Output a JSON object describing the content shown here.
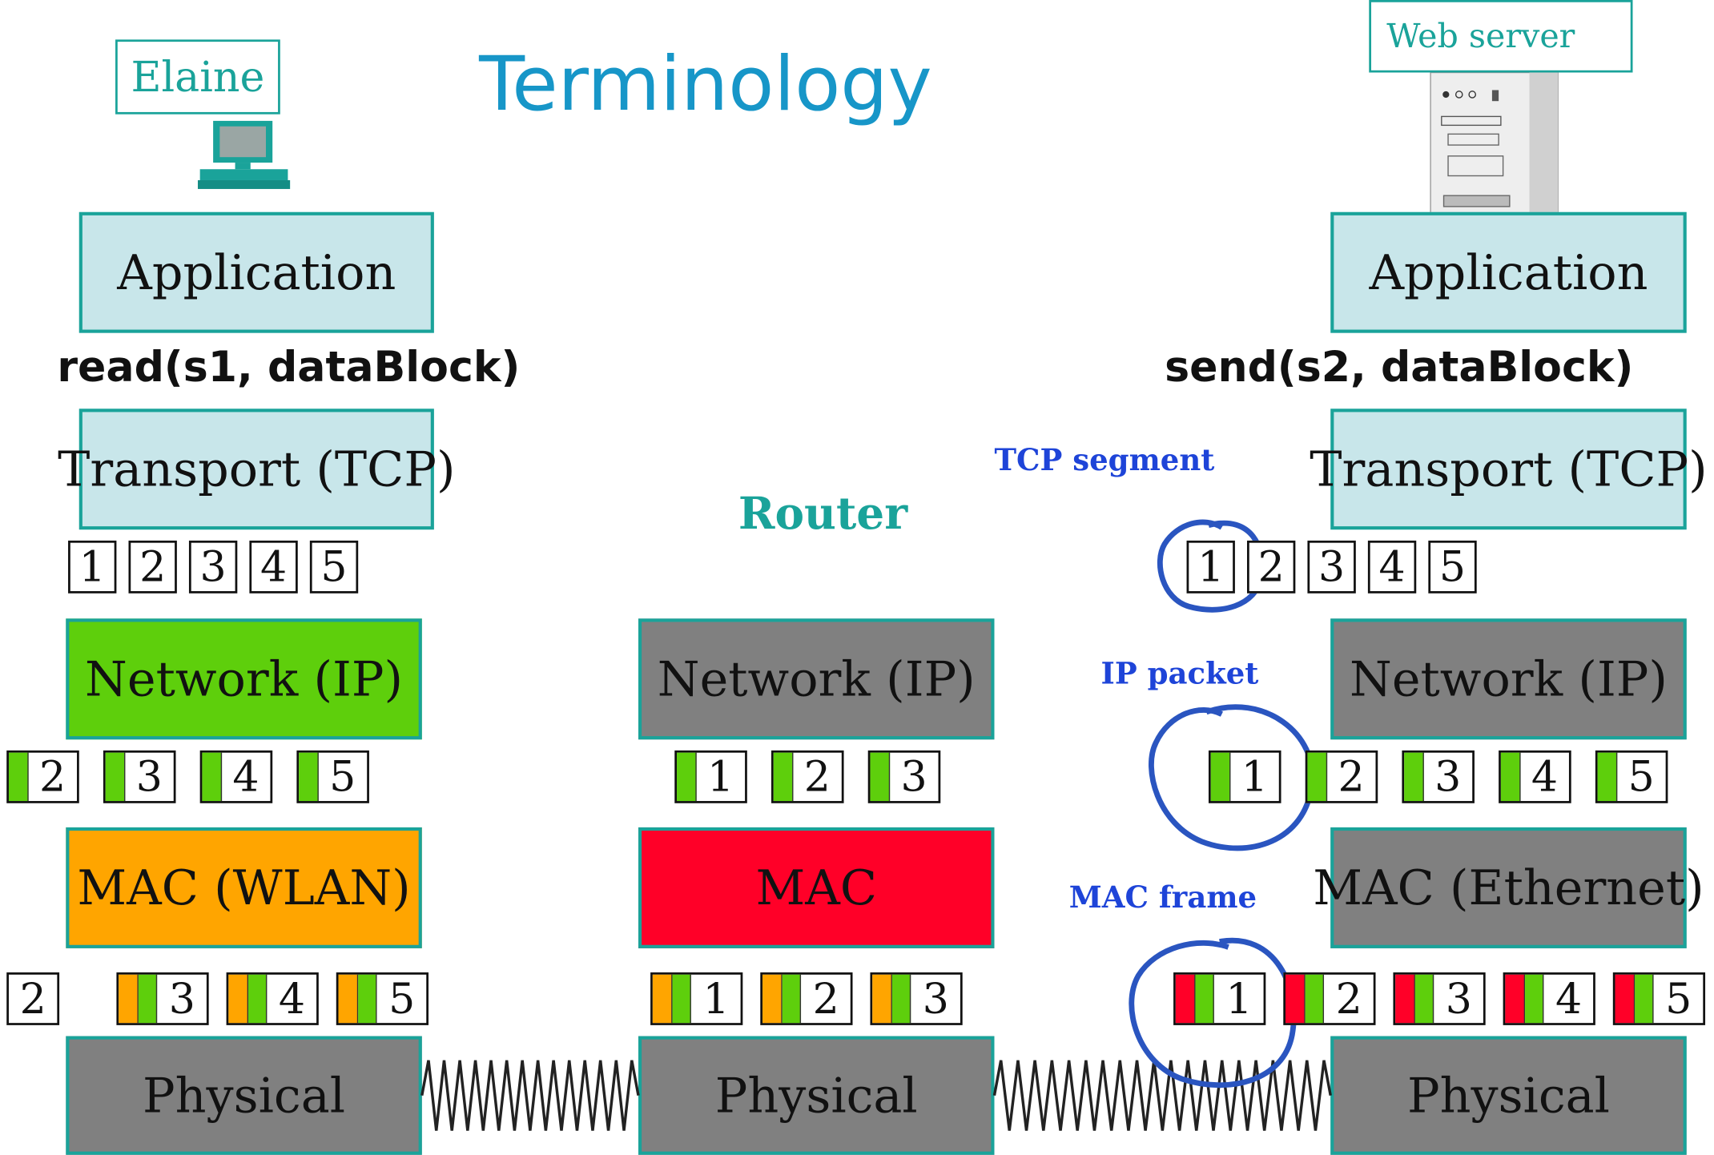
{
  "title": "Terminology",
  "client": {
    "name": "Elaine"
  },
  "server": {
    "name": "Web server"
  },
  "router": {
    "label": "Router"
  },
  "layers": {
    "application": "Application",
    "transport": "Transport (TCP)",
    "network": "Network (IP)",
    "mac_wlan": "MAC (WLAN)",
    "mac": "MAC",
    "mac_ethernet": "MAC (Ethernet)",
    "physical": "Physical"
  },
  "calls": {
    "client": "read(s1, dataBlock)",
    "server": "send(s2, dataBlock)"
  },
  "terms": {
    "tcp_segment": "TCP segment",
    "ip_packet": "IP packet",
    "mac_frame": "MAC frame"
  },
  "colors": {
    "ip_header": "#5ecf0c",
    "wlan_header": "#ffa500",
    "ethernet_header": "#ff0028",
    "router_mac_header": "#ffa500",
    "annotation": "#1e44d8",
    "accent": "#1aa39a"
  },
  "segments": {
    "client_tcp": [
      "1",
      "2",
      "3",
      "4",
      "5"
    ],
    "client_ip": [
      "2",
      "3",
      "4",
      "5"
    ],
    "client_mac": [
      "2",
      "3",
      "4",
      "5"
    ],
    "router_ip": [
      "1",
      "2",
      "3"
    ],
    "router_mac": [
      "1",
      "2",
      "3"
    ],
    "server_tcp": [
      "1",
      "2",
      "3",
      "4",
      "5"
    ],
    "server_ip": [
      "1",
      "2",
      "3",
      "4",
      "5"
    ],
    "server_mac": [
      "1",
      "2",
      "3",
      "4",
      "5"
    ]
  }
}
